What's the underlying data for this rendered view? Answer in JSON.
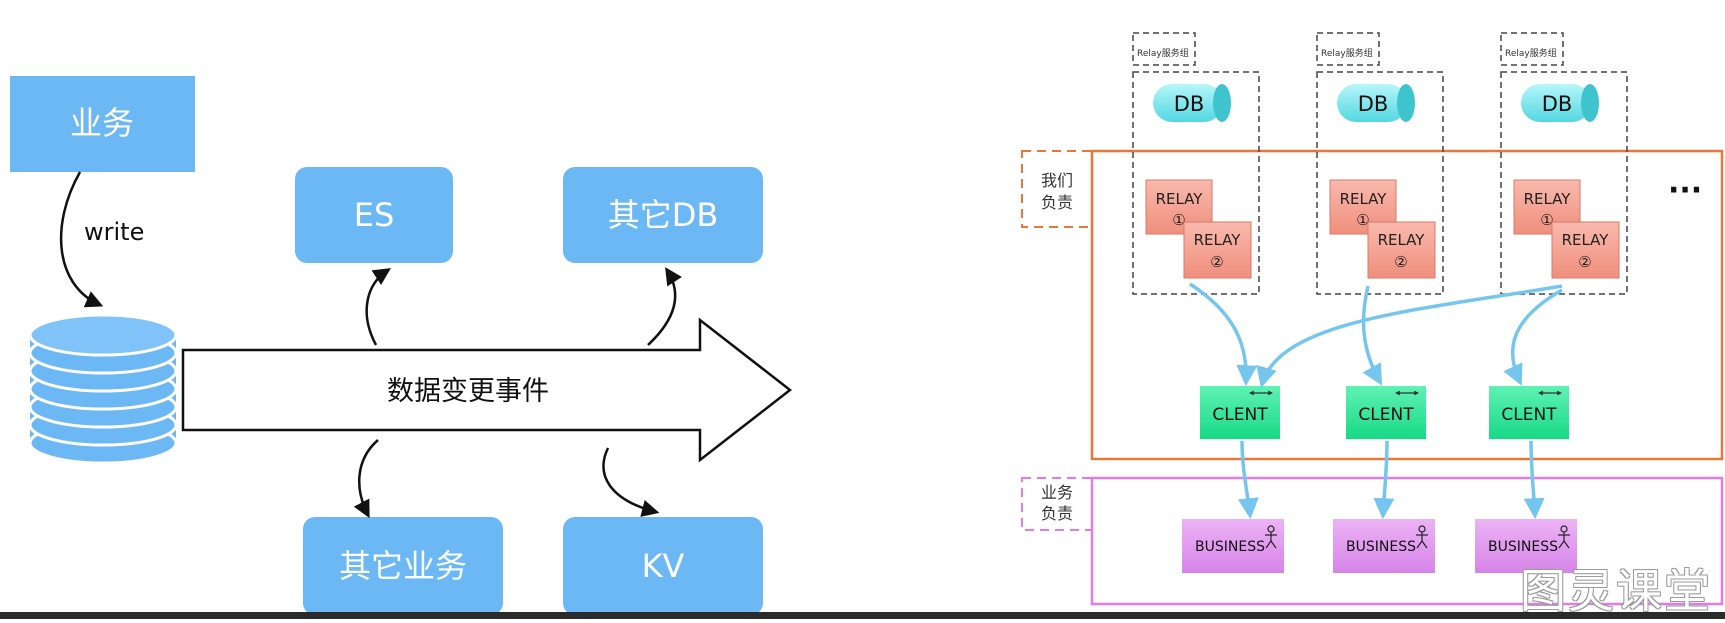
{
  "left": {
    "business_label": "业务",
    "write_label": "write",
    "event_label": "数据变更事件",
    "es_label": "ES",
    "other_db_label": "其它DB",
    "other_business_label": "其它业务",
    "kv_label": "KV"
  },
  "right": {
    "relay_group_label": "Relay服务组",
    "db_label": "DB",
    "relay1_label": "RELAY",
    "relay1_num": "①",
    "relay2_label": "RELAY",
    "relay2_num": "②",
    "client_label": "CLENT",
    "business_label": "BUSINESS",
    "ellipsis": "···",
    "our_resp_line1": "我们",
    "our_resp_line2": "负责",
    "biz_resp_line1": "业务",
    "biz_resp_line2": "负责"
  },
  "watermark": "图灵课堂",
  "colors": {
    "blue_box": "#6bb8f5",
    "orange": "#e8773a",
    "magenta": "#e27ae8",
    "relay": "#f4a090",
    "client": "#2ee69a",
    "business": "#dd92ec",
    "db": "#6fe3ea",
    "arrow": "#74c6ef"
  }
}
